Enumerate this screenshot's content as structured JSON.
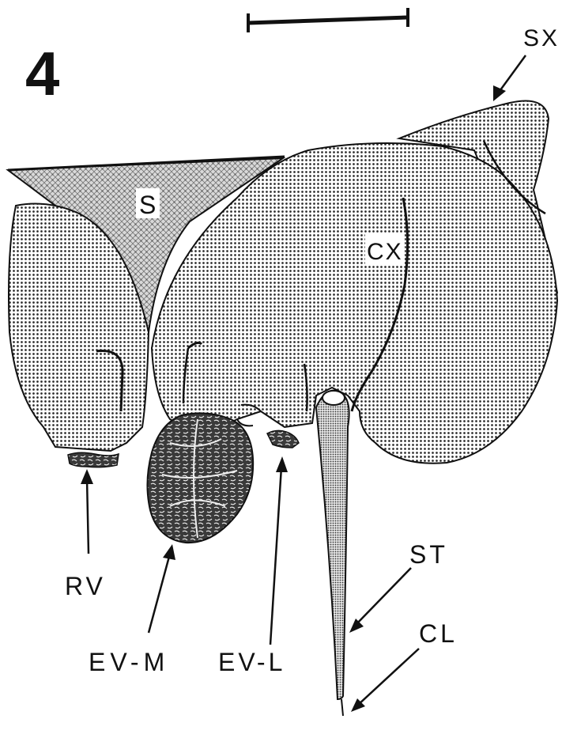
{
  "figure": {
    "number": "4",
    "labels": {
      "sx": "SX",
      "s": "S",
      "cx": "CX",
      "rv": "RV",
      "ev_m": "EV-M",
      "ev_l": "EV-L",
      "st": "ST",
      "cl": "CL"
    }
  }
}
